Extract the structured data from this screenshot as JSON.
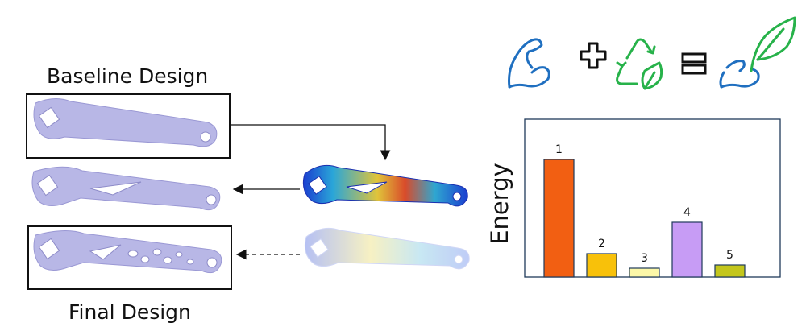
{
  "labels": {
    "baseline": "Baseline Design",
    "final": "Final Design"
  },
  "icons": [
    "flexed-arm-icon",
    "plus-icon",
    "recycle-leaf-icon",
    "equals-icon",
    "arm-leaf-icon"
  ],
  "colors": {
    "part": "#b8b7e6",
    "icon_blue": "#1f6fc0",
    "icon_green": "#27b24a",
    "frame": "#1f3a5a"
  },
  "chart_data": {
    "type": "bar",
    "categories": [
      "1",
      "2",
      "3",
      "4",
      "5"
    ],
    "values": [
      146,
      29,
      11,
      68,
      15
    ],
    "ylim": [
      0,
      195
    ],
    "ylabel": "Energy",
    "xlabel": "",
    "title": "",
    "data_labels": [
      "1",
      "2",
      "3",
      "4",
      "5"
    ],
    "colors": [
      "#f25f12",
      "#f8c10a",
      "#fbf7a8",
      "#c79cf5",
      "#c3c61c"
    ],
    "grid": false,
    "legend": "none"
  }
}
